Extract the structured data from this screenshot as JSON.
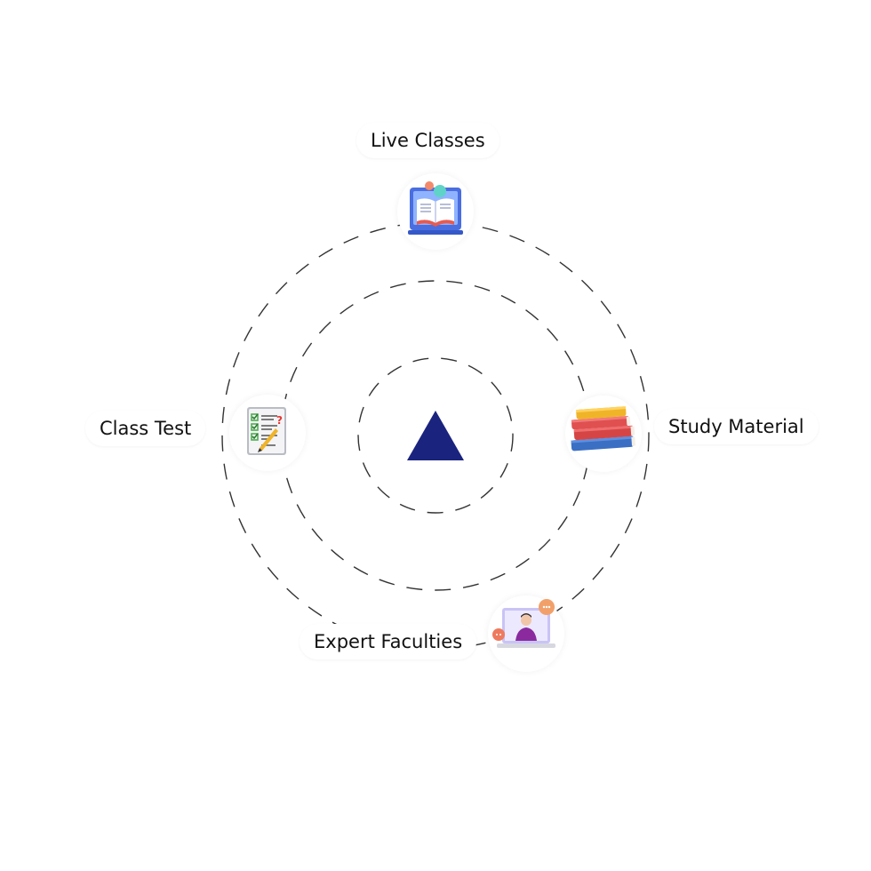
{
  "diagram": {
    "center_symbol": "triangle-icon",
    "features": [
      {
        "label": "Live Classes",
        "icon": "open-book-laptop-icon"
      },
      {
        "label": "Study Material",
        "icon": "books-stack-icon"
      },
      {
        "label": "Expert Faculties",
        "icon": "video-teacher-icon"
      },
      {
        "label": "Class Test",
        "icon": "checklist-icon"
      }
    ]
  },
  "colors": {
    "triangle": "#1a237e",
    "ring": "#333333",
    "text": "#111111"
  }
}
